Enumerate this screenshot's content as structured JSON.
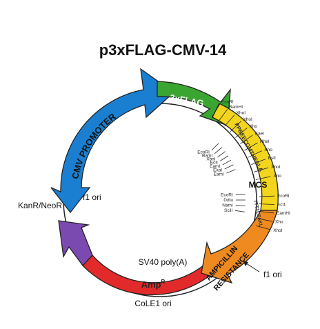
{
  "title": "p3xFLAG-CMV-14",
  "features": {
    "cmv_promoter": "CMV PROMOTER",
    "flag": "3xFLAG",
    "mcs": "MCS",
    "ampicillin": [
      "AMPICILLIN",
      "RESISTANCE"
    ],
    "amp": "Amp",
    "amp_sup": "R",
    "sv40": "SV40 poly(A)",
    "colE1": "CoLE1 ori",
    "kanr": "KanR/NeoR",
    "f1_left": "f1 ori",
    "f1_right": "f1 ori",
    "mcs_sequence_upper": "PPBEECGMTHEGLA",
    "mcs_sequence_lower": "TTTTCTAKL"
  },
  "sites_right_upper": [
    "EcoRI",
    "BamHI",
    "XhoI",
    "XhoI",
    "Xho",
    "EaeI",
    "NheI",
    "Xho",
    "BstI",
    "XhoI",
    "Xho"
  ],
  "sites_left_upper": [
    "EcoRI",
    "BamI",
    "Xbnl",
    "EcII",
    "EamI",
    "EkaI",
    "EamI"
  ],
  "sites_right_lower": [
    "EcoRI",
    "Ecl1",
    "EamHI",
    "Xho",
    "XhoI"
  ],
  "sites_left_lower": [
    "EcoRI",
    "Ddtu",
    "NamI",
    "Scill"
  ],
  "colors": {
    "cmv": "#1a7fd0",
    "flag": "#3aa531",
    "mcs": "#f2d51c",
    "amp_res": "#ee8a20",
    "ampR": "#e22a2a",
    "kan": "#7a4ab0",
    "outline": "#222222"
  }
}
